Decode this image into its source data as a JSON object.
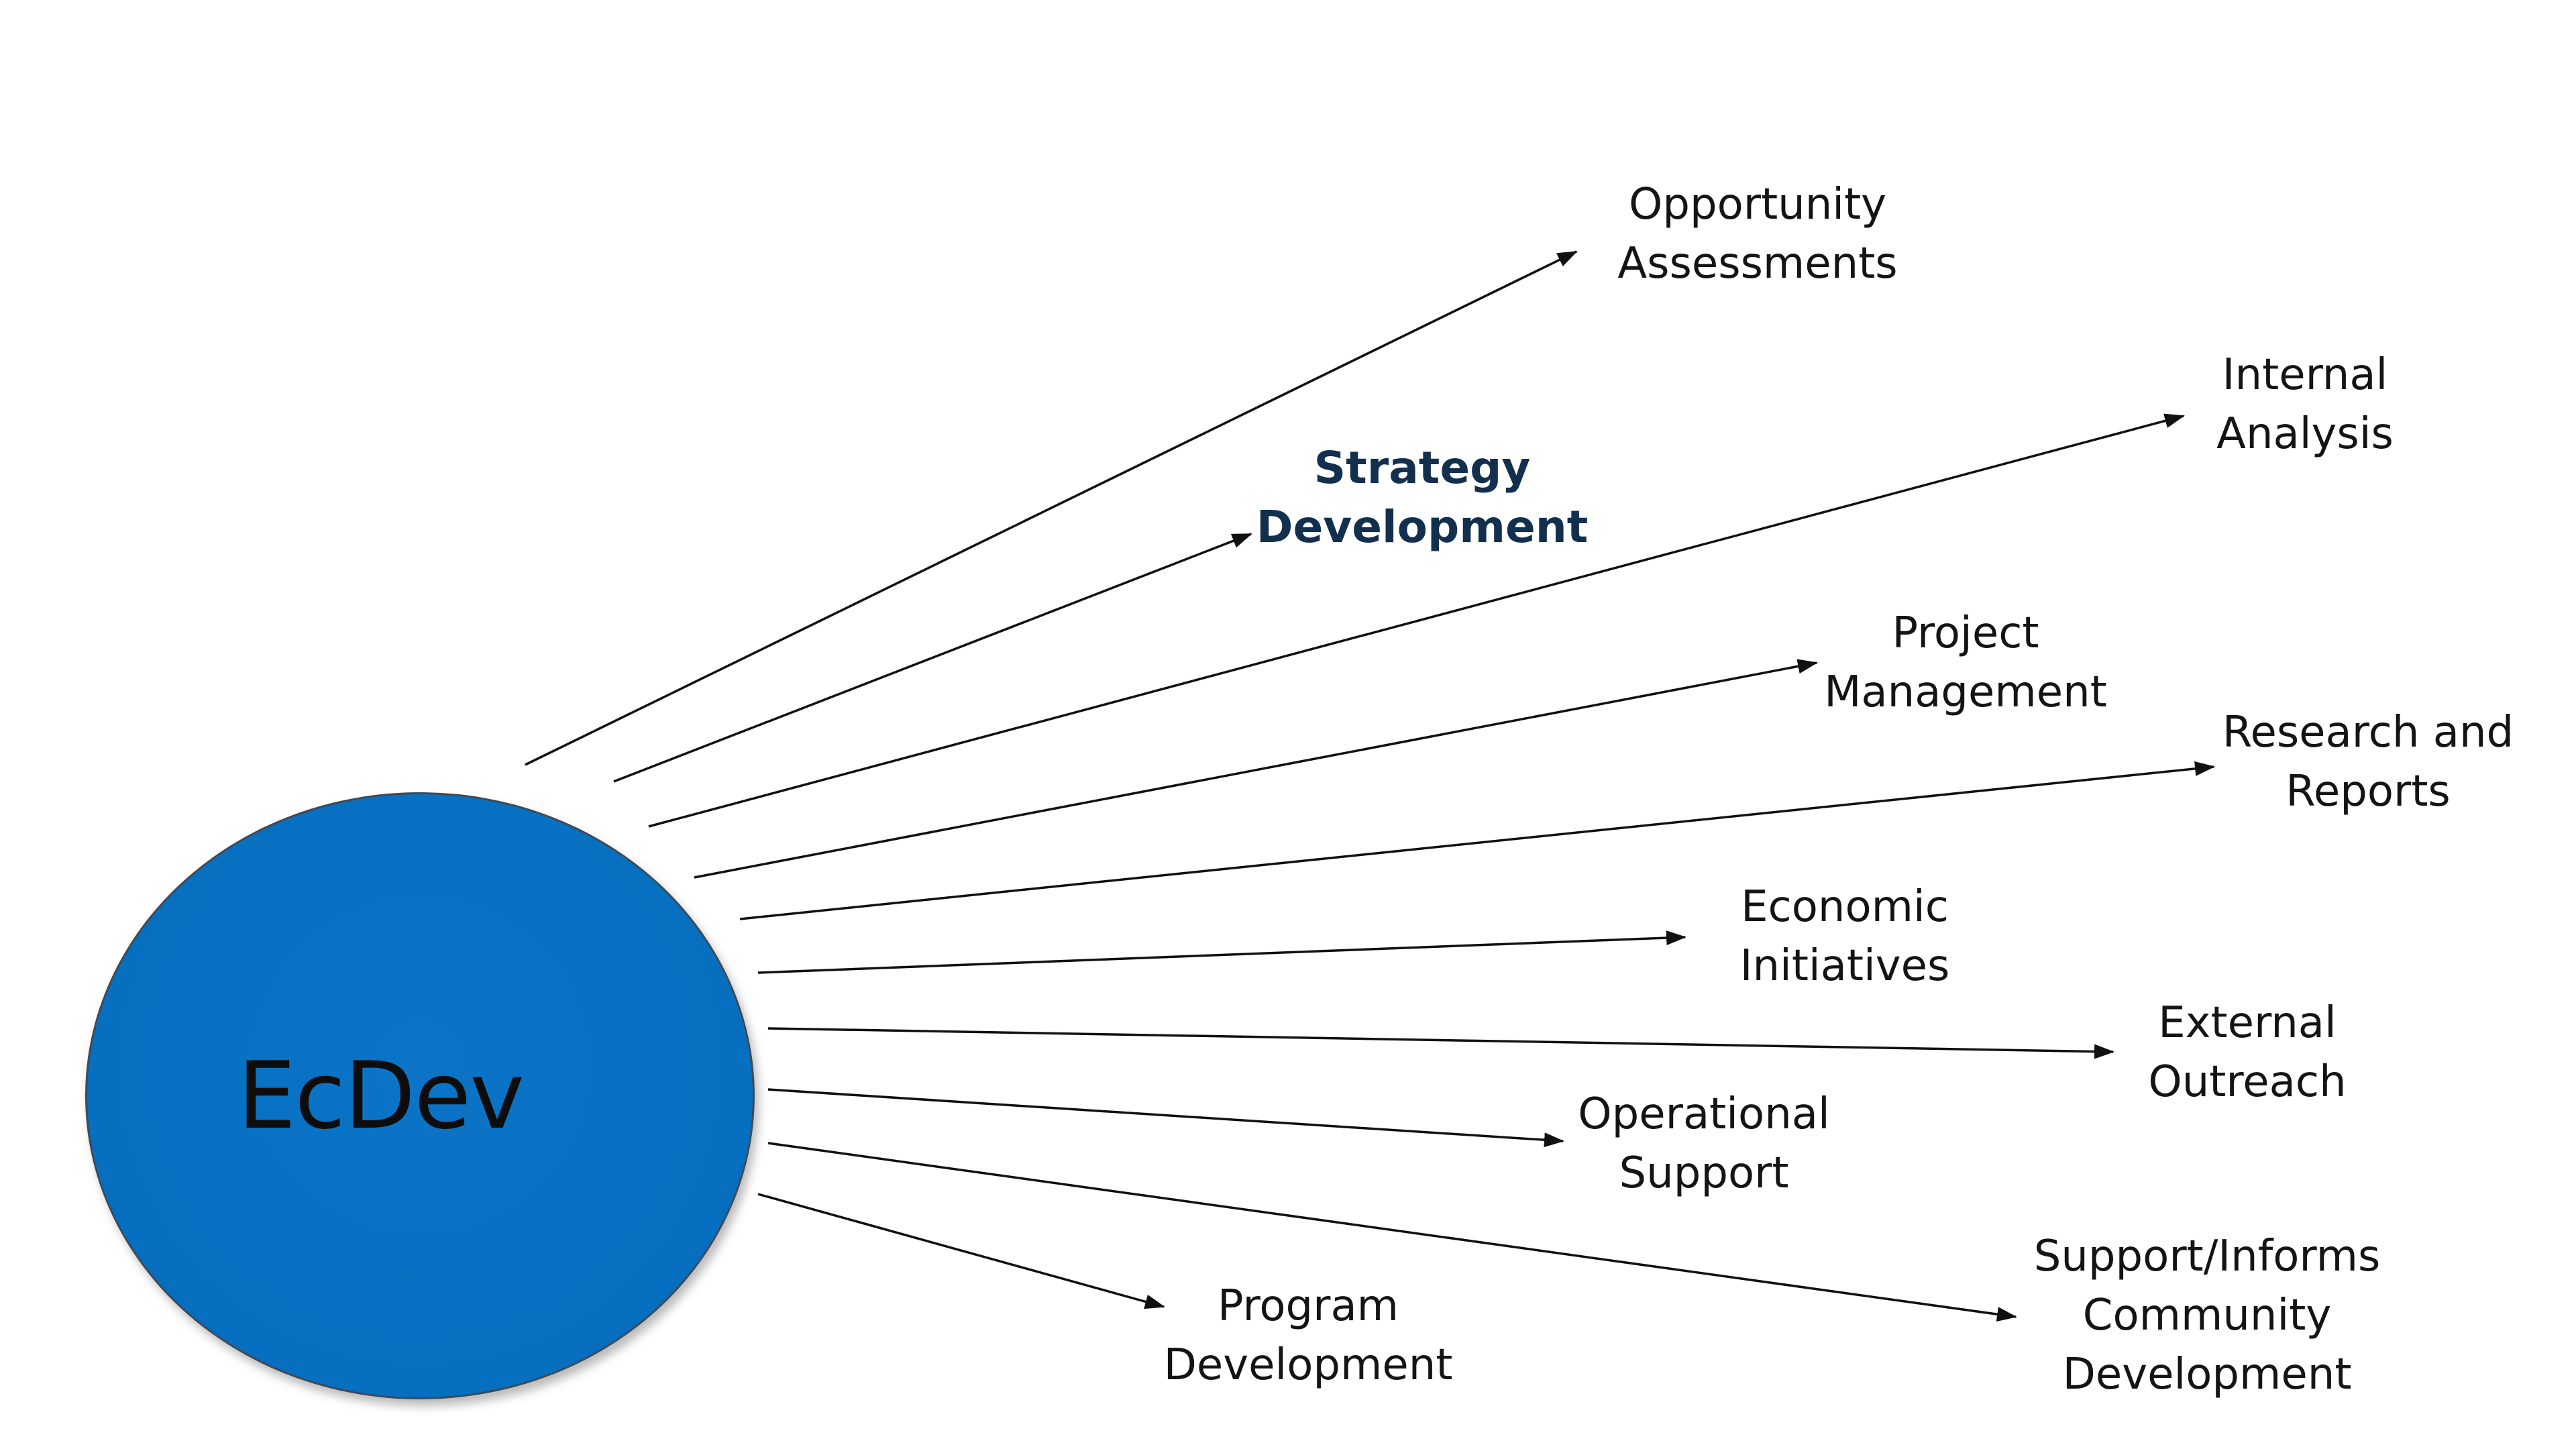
{
  "hub": {
    "label": "EcDev",
    "color": "#066fc0"
  },
  "nodes": [
    {
      "id": "opportunity-assessments",
      "lines": [
        "Opportunity",
        "Assessments"
      ]
    },
    {
      "id": "internal-analysis",
      "lines": [
        "Internal",
        "Analysis"
      ]
    },
    {
      "id": "strategy-development",
      "lines": [
        "Strategy",
        "Development"
      ],
      "emphasis": true
    },
    {
      "id": "project-management",
      "lines": [
        "Project",
        "Management"
      ]
    },
    {
      "id": "research-and-reports",
      "lines": [
        "Research and",
        "Reports"
      ]
    },
    {
      "id": "economic-initiatives",
      "lines": [
        "Economic",
        "Initiatives"
      ]
    },
    {
      "id": "external-outreach",
      "lines": [
        "External",
        "Outreach"
      ]
    },
    {
      "id": "operational-support",
      "lines": [
        "Operational",
        "Support"
      ]
    },
    {
      "id": "support-informs-community-development",
      "lines": [
        "Support/Informs",
        "Community",
        "Development"
      ]
    },
    {
      "id": "program-development",
      "lines": [
        "Program",
        "Development"
      ]
    }
  ],
  "edges": [
    {
      "from": "hub",
      "to": "opportunity-assessments"
    },
    {
      "from": "hub",
      "to": "strategy-development"
    },
    {
      "from": "hub",
      "to": "internal-analysis"
    },
    {
      "from": "hub",
      "to": "project-management"
    },
    {
      "from": "hub",
      "to": "research-and-reports"
    },
    {
      "from": "hub",
      "to": "economic-initiatives"
    },
    {
      "from": "hub",
      "to": "external-outreach"
    },
    {
      "from": "hub",
      "to": "operational-support"
    },
    {
      "from": "hub",
      "to": "support-informs-community-development"
    },
    {
      "from": "hub",
      "to": "program-development"
    }
  ]
}
